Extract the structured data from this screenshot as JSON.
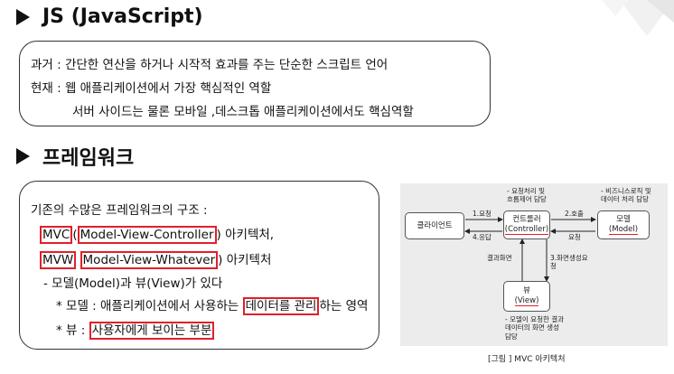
{
  "js_section": {
    "title": "JS (JavaScript)",
    "line1": "과거 : 간단한 연산을 하거나 시작적 효과를 주는 단순한 스크립트 언어",
    "line2": "현재 : 웹 애플리케이션에서 가장 핵심적인 역할",
    "line3": "서버 사이드는 물론 모바일 ,데스크톱 애플리케이션에서도 핵심역할"
  },
  "framework_section": {
    "title": "프레임워크",
    "intro": "기존의 수많은 프레임워크의 구조 :",
    "mvc": {
      "abbr": "MVC",
      "open": "(",
      "full": "Model-View-Controller",
      "close": ")",
      "suffix": " 아키텍처,"
    },
    "mvw": {
      "abbr": "MVW",
      "full_a": "Model-View-",
      "full_b": "Whatever",
      "close": ")",
      "suffix": " 아키텍처"
    },
    "mv_line": "- 모델(Model)과 뷰(View)가 있다",
    "model_desc": {
      "prefix": "* 모델 : 애플리케이션에서 사용하는 ",
      "highlight": "데이터를 관리",
      "suffix": "하는 영역"
    },
    "view_desc": {
      "prefix": "* 뷰 : ",
      "highlight": "사용자에게 보이는 부분"
    }
  },
  "diagram": {
    "client": "클라이언트",
    "controller_ko": "컨트롤러",
    "controller_en": "(Controller)",
    "model_ko": "모델",
    "model_en": "(Model)",
    "view_ko": "뷰",
    "view_en": "(View)",
    "note_controller_1": "- 요청처리 및",
    "note_controller_2": "흐름제어 담당",
    "note_model_1": "- 비즈니스로직 및",
    "note_model_2": "데이터 처리 담당",
    "note_view_1": "- 모델이 요청한 결과",
    "note_view_2": "데이터의 화면 생성",
    "note_view_3": "담당",
    "arrow_1": "1.요청",
    "arrow_2": "2.호출",
    "arrow_2b": "요청",
    "arrow_3a": "3.화면생성요",
    "arrow_3b": "청",
    "arrow_4": "4.응답",
    "result_screen": "결과화면",
    "caption": "[그림 ] MVC 아키텍처"
  }
}
